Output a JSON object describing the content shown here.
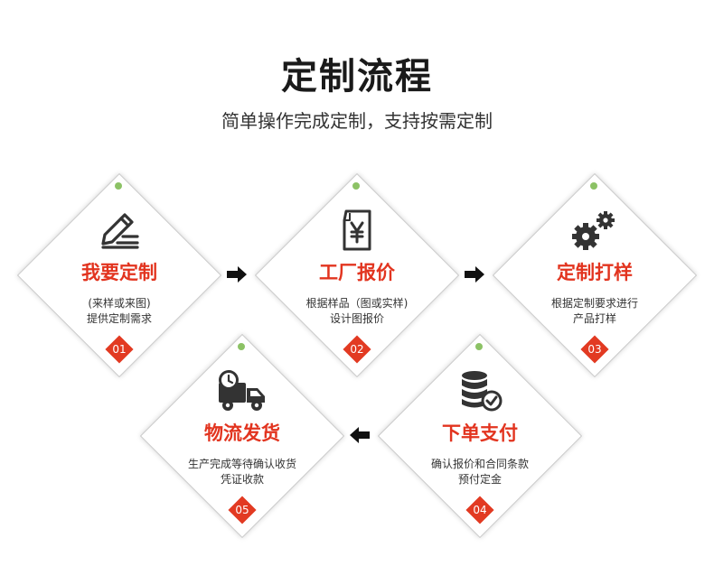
{
  "header": {
    "title": "定制流程",
    "subtitle": "简单操作完成定制，支持按需定制"
  },
  "steps": [
    {
      "title": "我要定制",
      "desc": [
        "(来样或来图)",
        "提供定制需求"
      ],
      "badge": "01",
      "icon": "pencil-edit-icon"
    },
    {
      "title": "工厂报价",
      "desc": [
        "根据样品（图或实样)",
        "设计图报价"
      ],
      "badge": "02",
      "icon": "yen-document-icon"
    },
    {
      "title": "定制打样",
      "desc": [
        "根据定制要求进行",
        "产品打样"
      ],
      "badge": "03",
      "icon": "gears-icon"
    },
    {
      "title": "下单支付",
      "desc": [
        "确认报价和合同条款",
        "预付定金"
      ],
      "badge": "04",
      "icon": "database-check-icon"
    },
    {
      "title": "物流发货",
      "desc": [
        "生产完成等待确认收货",
        "凭证收款"
      ],
      "badge": "05",
      "icon": "delivery-truck-icon"
    }
  ],
  "colors": {
    "accent": "#e2341f",
    "pin": "#8cc265",
    "border": "#c9c9c9"
  }
}
